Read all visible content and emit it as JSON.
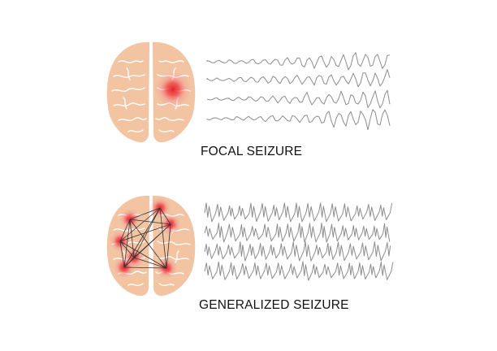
{
  "panels": {
    "focal": {
      "label": "FOCAL SEIZURE",
      "pattern": "focal"
    },
    "generalized": {
      "label": "GENERALIZED SEIZURE",
      "pattern": "generalized"
    }
  },
  "colors": {
    "brain_fill": "#f2c4a2",
    "brain_fissure": "#ffffff",
    "hotspot": "#e8202a",
    "eeg_trace": "#8c8c8c",
    "network_line": "#333333",
    "label_text": "#111111"
  },
  "icons": {
    "brain": "brain-top-view-icon",
    "hotspot": "seizure-focus-icon"
  }
}
